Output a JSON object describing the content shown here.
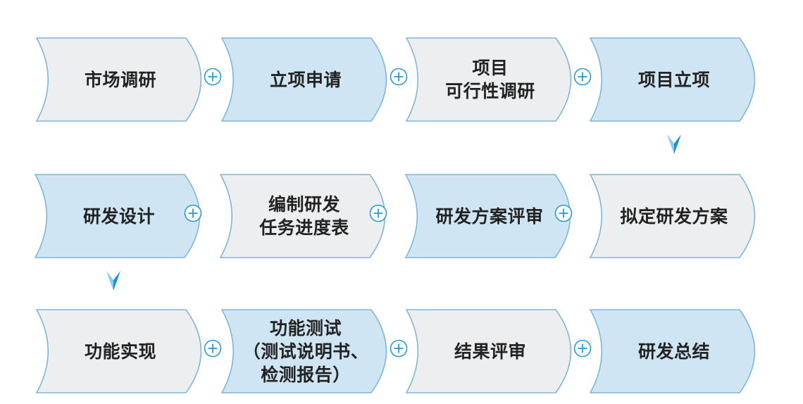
{
  "colors": {
    "gray_fill": "#eceef0",
    "blue_fill": "#cfe5f4",
    "outline": "#7fb6dc",
    "accent": "#2a9bd6",
    "text": "#222222"
  },
  "rows": [
    {
      "direction": "left-to-right",
      "nodes": [
        {
          "lines": [
            "市场调研"
          ],
          "fill": "gray"
        },
        {
          "lines": [
            "立项申请"
          ],
          "fill": "blue"
        },
        {
          "lines": [
            "项目",
            "可行性调研"
          ],
          "fill": "gray"
        },
        {
          "lines": [
            "项目立项"
          ],
          "fill": "blue"
        }
      ]
    },
    {
      "direction": "right-to-left",
      "nodes": [
        {
          "lines": [
            "研发设计"
          ],
          "fill": "blue"
        },
        {
          "lines": [
            "编制研发",
            "任务进度表"
          ],
          "fill": "gray"
        },
        {
          "lines": [
            "研发方案评审"
          ],
          "fill": "blue"
        },
        {
          "lines": [
            "拟定研发方案"
          ],
          "fill": "gray"
        }
      ]
    },
    {
      "direction": "left-to-right",
      "nodes": [
        {
          "lines": [
            "功能实现"
          ],
          "fill": "gray"
        },
        {
          "lines": [
            "功能测试",
            "（测试说明书、",
            "检测报告）"
          ],
          "fill": "blue"
        },
        {
          "lines": [
            "结果评审"
          ],
          "fill": "gray"
        },
        {
          "lines": [
            "研发总结"
          ],
          "fill": "blue"
        }
      ]
    }
  ],
  "connector_icon": "circle-plus-icon",
  "row_transition_icon": "arrow-down-icon"
}
